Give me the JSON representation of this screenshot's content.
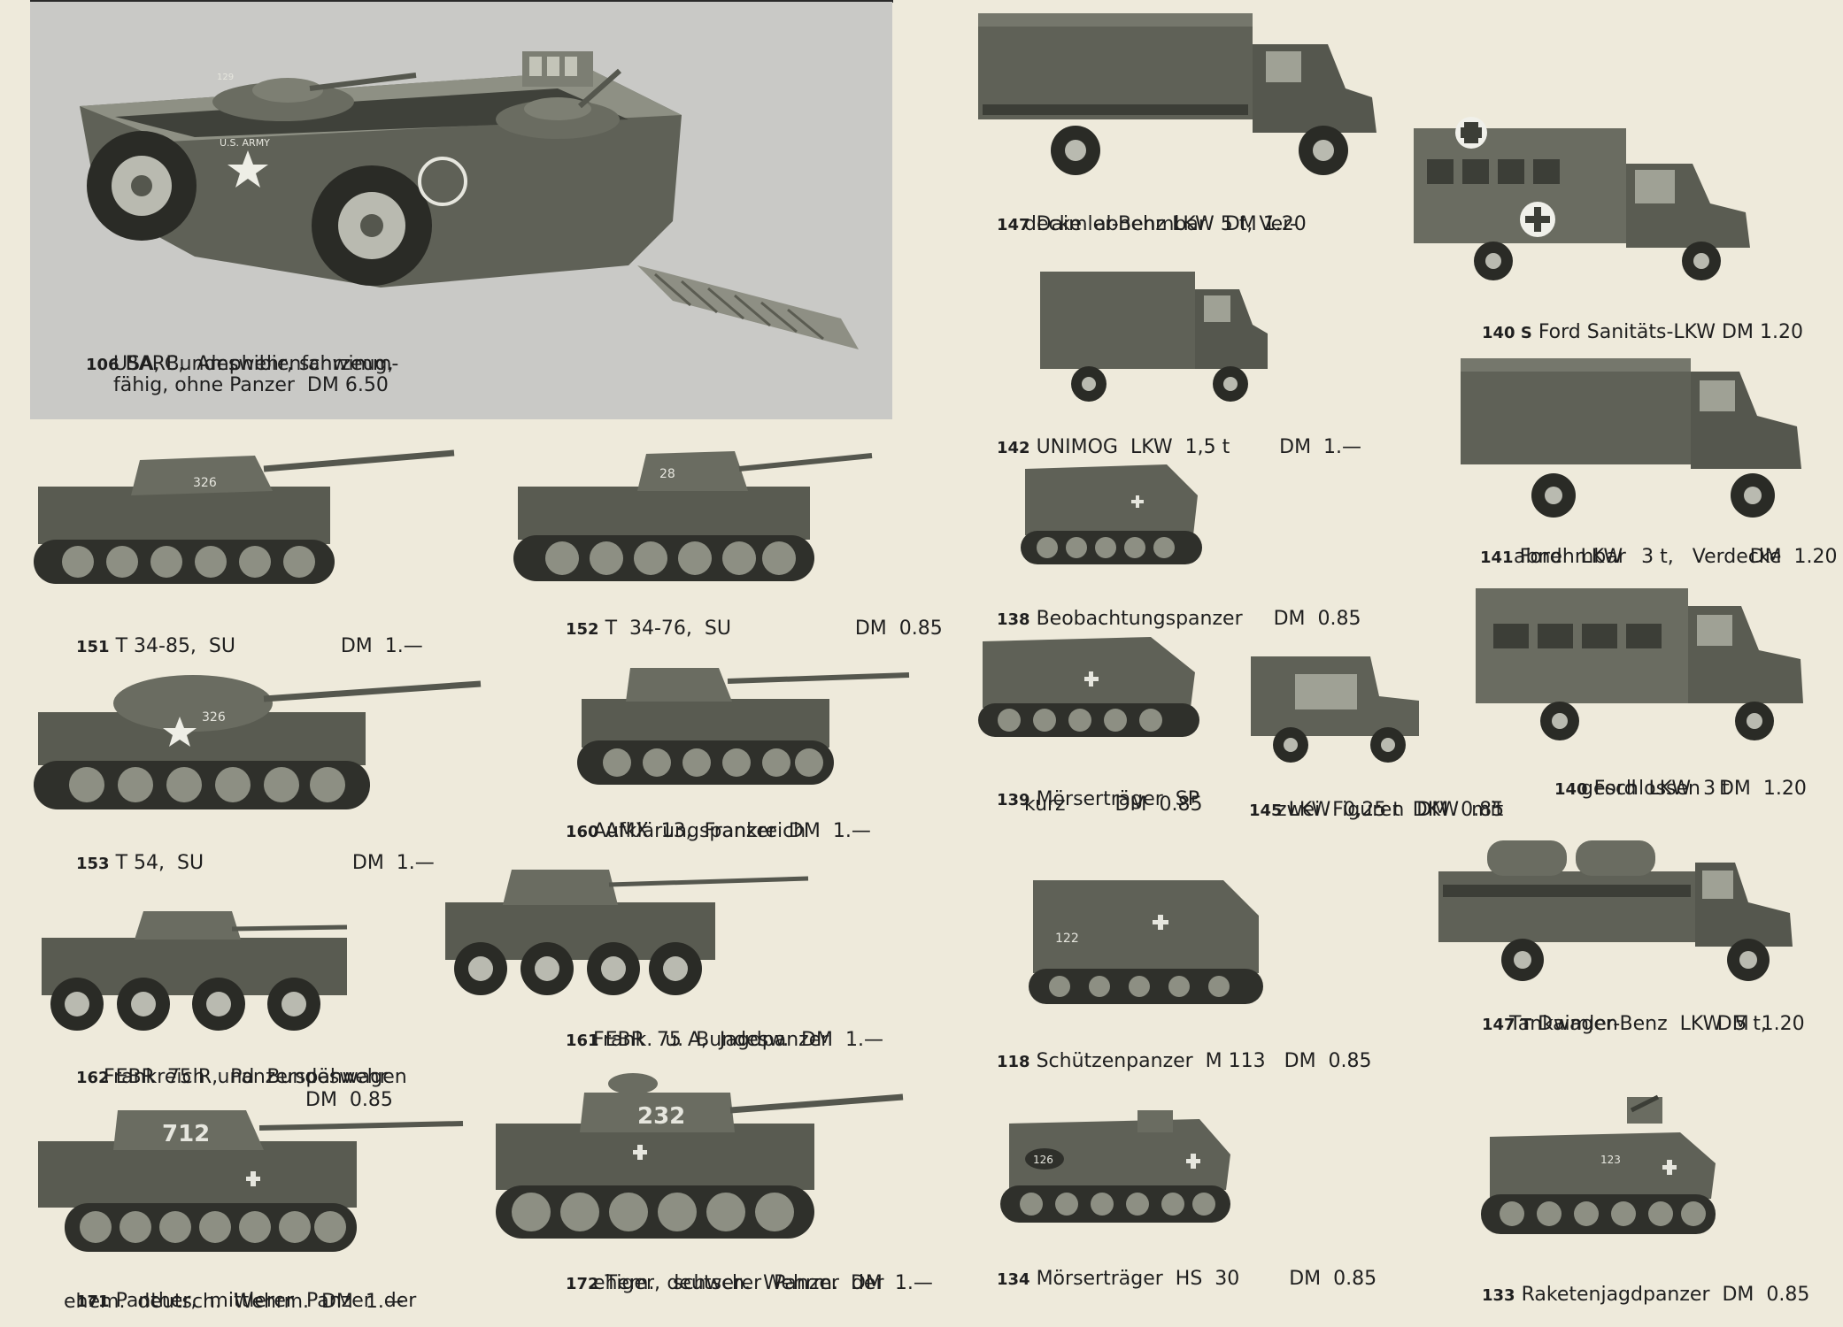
{
  "items": [
    {
      "id": "106",
      "lines": [
        "BARC,  Amphibienfahrzeug,",
        "USA, Bundeswehr, schwimm-",
        "fähig, ohne Panzer  DM 6.50"
      ]
    },
    {
      "id": "147",
      "lines": [
        "Daimler-Benz LKW 5 t, Ver-",
        "decke  abnehmbar   DM 1.20"
      ]
    },
    {
      "id": "140 S",
      "lines": [
        "Ford Sanitäts-LKW DM 1.20"
      ]
    },
    {
      "id": "142",
      "lines": [
        "UNIMOG  LKW  1,5 t        DM  1.—"
      ]
    },
    {
      "id": "141",
      "lines": [
        "Ford   LKW   3 t,   Verdecke",
        "abnehmbar                    DM  1.20"
      ]
    },
    {
      "id": "151",
      "lines": [
        "T 34-85,  SU                 DM  1.—"
      ]
    },
    {
      "id": "152",
      "lines": [
        "T  34-76,  SU                    DM  0.85"
      ]
    },
    {
      "id": "138",
      "lines": [
        "Beobachtungspanzer     DM  0.85"
      ]
    },
    {
      "id": "153",
      "lines": [
        "T 54,  SU                        DM  1.—"
      ]
    },
    {
      "id": "160",
      "lines": [
        "AMX  13,  Frankreich",
        "Aufklärungspanzer  DM  1.—"
      ]
    },
    {
      "id": "139",
      "lines": [
        "Mörserträger  SP",
        "kurz        DM  0.85"
      ]
    },
    {
      "id": "145",
      "lines": [
        "LKW  0,25 t  DKW  mit",
        "zwei  Figuren  DM  0.85"
      ]
    },
    {
      "id": "140",
      "lines": [
        "Ford  LKW  3 t",
        "geschlossen   DM  1.20"
      ]
    },
    {
      "id": "162",
      "lines": [
        "EBR  75 R,  Panzerspähwagen",
        "Frankreich  und  Bundeswehr",
        "DM  0.85"
      ]
    },
    {
      "id": "161",
      "lines": [
        "EBR  75 A,  Jagdpanzer",
        "Frank.  u.  Bundesw.  DM  1.—"
      ]
    },
    {
      "id": "118",
      "lines": [
        "Schützenpanzer  M 113   DM  0.85"
      ]
    },
    {
      "id": "147 T",
      "lines": [
        "Daimler-Benz  LKW  5 t,",
        "Tankwagen                DM  1.20"
      ]
    },
    {
      "id": "171",
      "lines": [
        "Panther,  mittlerer  Panzer  der",
        "ehem.  deutsch.  Wehrm.  DM  1.—"
      ]
    },
    {
      "id": "172",
      "lines": [
        "Tiger,  schwerer  Panzer  der",
        "ehem.  deutsch.  Wehrm.  DM  1.—"
      ]
    },
    {
      "id": "134",
      "lines": [
        "Mörserträger  HS  30        DM  0.85"
      ]
    },
    {
      "id": "133",
      "lines": [
        "Raketenjagdpanzer  DM  0.85"
      ]
    }
  ],
  "markings": {
    "barc_side": "U.S. ARMY",
    "barc_tank": "129",
    "t34_85": "326",
    "t34_76": "28",
    "t54": "326",
    "m113": "122",
    "hs30": "126",
    "raketen": "123",
    "panther": "712",
    "tiger": "232"
  },
  "colors": {
    "paper": "#eeeadb",
    "barc_box": "#c9c9c6",
    "vehicle_dark": "#3d3f36",
    "vehicle_mid": "#676a5c",
    "vehicle_light": "#a9ab9c",
    "ink": "#1f1f1f"
  }
}
